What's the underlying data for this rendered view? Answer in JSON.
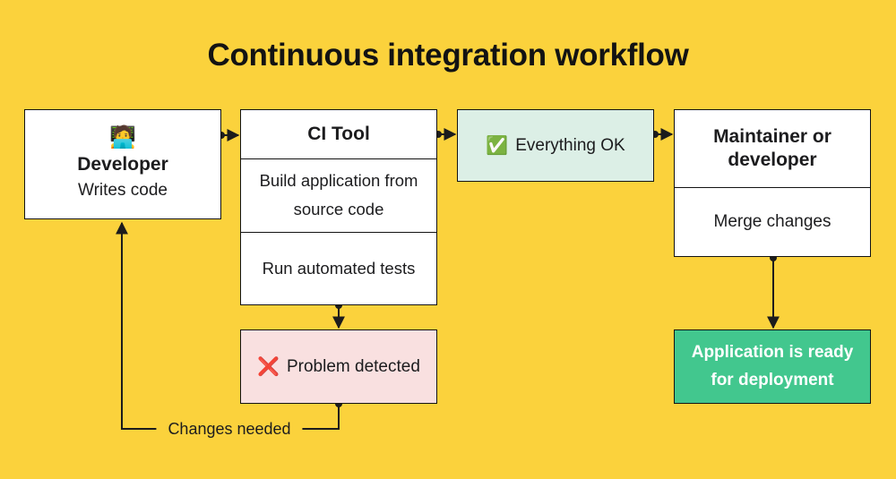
{
  "title": "Continuous integration workflow",
  "colors": {
    "background": "#FBD23C",
    "node_default": "#FFFFFF",
    "node_ok": "#DCEFE6",
    "node_problem": "#F9E0E0",
    "node_deploy": "#42C78E",
    "line": "#1C1C1C",
    "text": "#1C1C1E"
  },
  "nodes": {
    "developer": {
      "icon": "🧑‍💻",
      "title": "Developer",
      "subtitle": "Writes code"
    },
    "ci_tool": {
      "title": "CI Tool",
      "step1": "Build application from source code",
      "step2": "Run automated tests"
    },
    "everything_ok": {
      "icon": "✅",
      "label": "Everything OK"
    },
    "maintainer": {
      "title": "Maintainer or developer",
      "action": "Merge changes"
    },
    "problem_detected": {
      "icon": "❌",
      "label": "Problem detected"
    },
    "deployment": {
      "label": "Application is ready for deployment"
    }
  },
  "connectors": {
    "changes_needed_label": "Changes needed"
  }
}
